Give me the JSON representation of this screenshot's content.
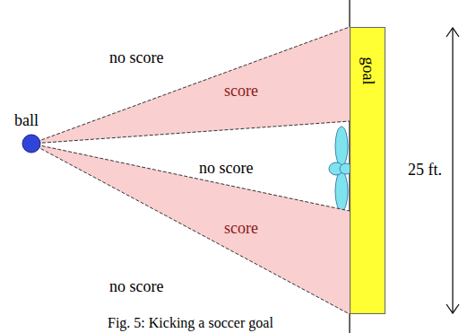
{
  "diagram": {
    "caption": "Fig. 5: Kicking a soccer goal",
    "nodes": [
      {
        "text": [
          "ball"
        ]
      },
      {
        "text": [
          "score"
        ]
      },
      {
        "text": [
          "score"
        ]
      },
      {
        "text": [
          "goal"
        ]
      }
    ],
    "labels": [
      "no score",
      "no score",
      "no score",
      "25 ft."
    ]
  }
}
